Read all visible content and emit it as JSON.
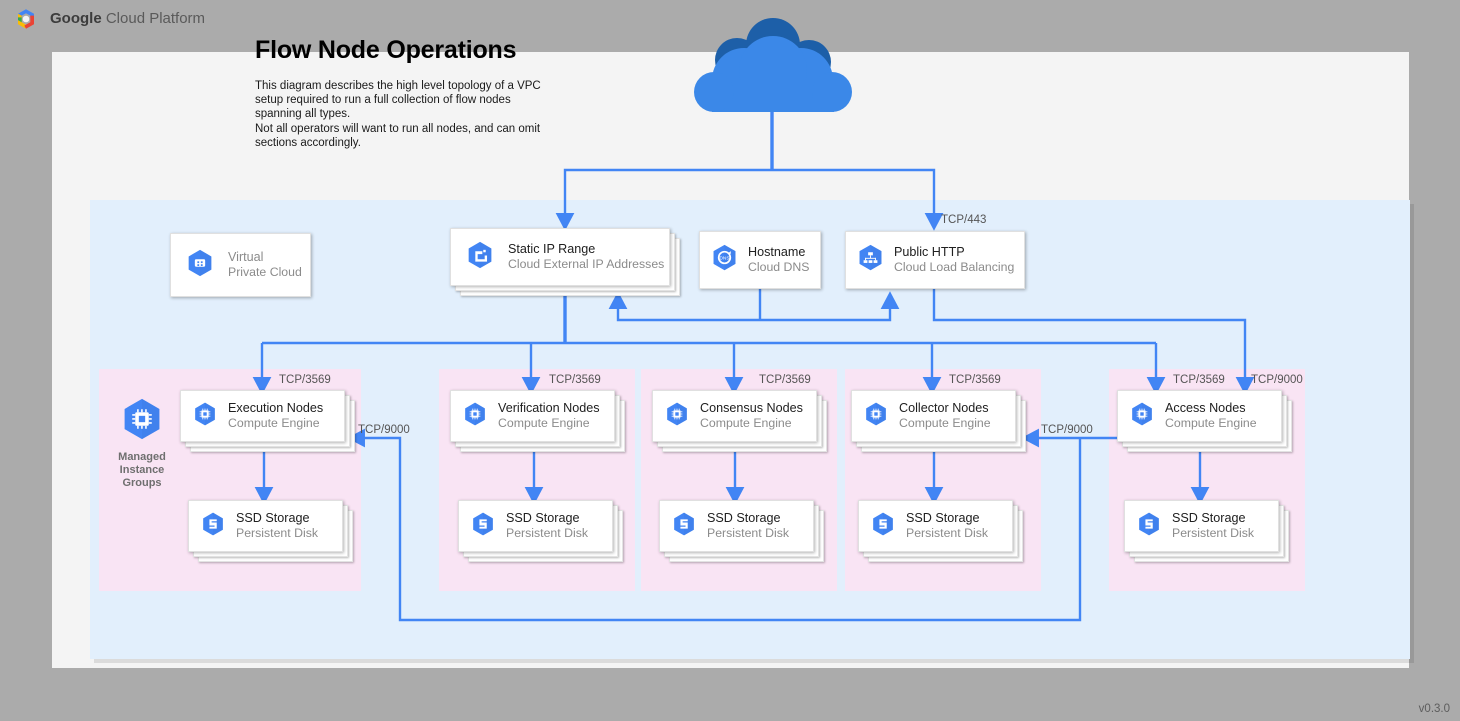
{
  "brand": {
    "logo_icon": "google-cloud-platform-logo",
    "name_bold": "Google",
    "name_rest": " Cloud Platform"
  },
  "document": {
    "title": "Flow Node Operations",
    "description": "This diagram describes the high level topology of a VPC setup required to run a full collection of flow nodes spanning all types.\nNot all operators will want to run all nodes, and can omit sections accordingly.",
    "version": "v0.3.0"
  },
  "internet": {
    "icon": "cloud-icon"
  },
  "vpc": {
    "label_primary": "Virtual",
    "label_secondary": "Private Cloud",
    "icon": "virtual-private-cloud-icon"
  },
  "edge_services": [
    {
      "id": "static-ip-range",
      "title": "Static IP Range",
      "subtitle": "Cloud External IP Addresses",
      "icon": "cloud-external-ip-addresses-icon",
      "stacked": true
    },
    {
      "id": "hostname",
      "title": "Hostname",
      "subtitle": "Cloud DNS",
      "icon": "cloud-dns-icon",
      "stacked": false
    },
    {
      "id": "public-http",
      "title": "Public HTTP",
      "subtitle": "Cloud Load Balancing",
      "icon": "cloud-load-balancing-icon",
      "stacked": false
    }
  ],
  "managed_instance_groups": {
    "icon": "managed-instance-groups-icon",
    "label_line1": "Managed",
    "label_line2": "Instance",
    "label_line3": "Groups"
  },
  "node_groups": [
    {
      "id": "execution",
      "node": {
        "title": "Execution Nodes",
        "subtitle": "Compute Engine",
        "icon": "compute-engine-icon"
      },
      "storage": {
        "title": "SSD Storage",
        "subtitle": "Persistent Disk",
        "icon": "persistent-disk-icon"
      },
      "ingress_port": "TCP/3569"
    },
    {
      "id": "verification",
      "node": {
        "title": "Verification Nodes",
        "subtitle": "Compute Engine",
        "icon": "compute-engine-icon"
      },
      "storage": {
        "title": "SSD Storage",
        "subtitle": "Persistent Disk",
        "icon": "persistent-disk-icon"
      },
      "ingress_port": "TCP/3569"
    },
    {
      "id": "consensus",
      "node": {
        "title": "Consensus Nodes",
        "subtitle": "Compute Engine",
        "icon": "compute-engine-icon"
      },
      "storage": {
        "title": "SSD Storage",
        "subtitle": "Persistent Disk",
        "icon": "persistent-disk-icon"
      },
      "ingress_port": "TCP/3569"
    },
    {
      "id": "collector",
      "node": {
        "title": "Collector Nodes",
        "subtitle": "Compute Engine",
        "icon": "compute-engine-icon"
      },
      "storage": {
        "title": "SSD Storage",
        "subtitle": "Persistent Disk",
        "icon": "persistent-disk-icon"
      },
      "ingress_port": "TCP/3569"
    },
    {
      "id": "access",
      "node": {
        "title": "Access Nodes",
        "subtitle": "Compute Engine",
        "icon": "compute-engine-icon"
      },
      "storage": {
        "title": "SSD Storage",
        "subtitle": "Persistent Disk",
        "icon": "persistent-disk-icon"
      },
      "ingress_port": "TCP/3569",
      "ingress_port_secondary": "TCP/9000"
    }
  ],
  "connector_labels": {
    "lb_ingress": "TCP/443",
    "access_to_execution": "TCP/9000",
    "access_to_collector": "TCP/9000"
  },
  "colors": {
    "page_background": "#ababab",
    "canvas": "#f4f4f4",
    "vpc_region": "#e2effc",
    "node_group": "#f9e4f4",
    "wire": "#4285f4",
    "gcp_blue": "#4285f4",
    "cloud_dark": "#1d5fa8",
    "cloud_light": "#3b88e8"
  }
}
